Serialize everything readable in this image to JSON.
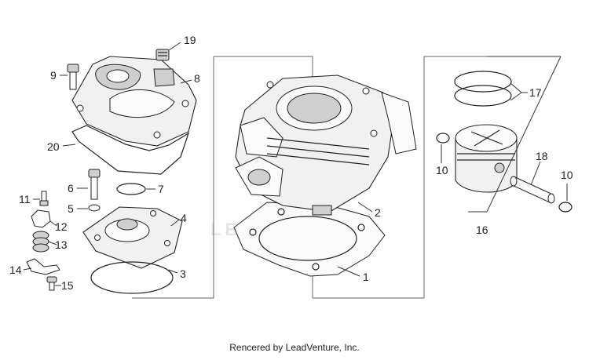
{
  "watermark": "LEADVENTURE",
  "credit": "Rencered by LeadVenture, Inc.",
  "callouts": [
    "1",
    "2",
    "3",
    "4",
    "5",
    "6",
    "7",
    "8",
    "9",
    "10",
    "10",
    "11",
    "12",
    "13",
    "14",
    "15",
    "16",
    "17",
    "18",
    "19",
    "20"
  ]
}
